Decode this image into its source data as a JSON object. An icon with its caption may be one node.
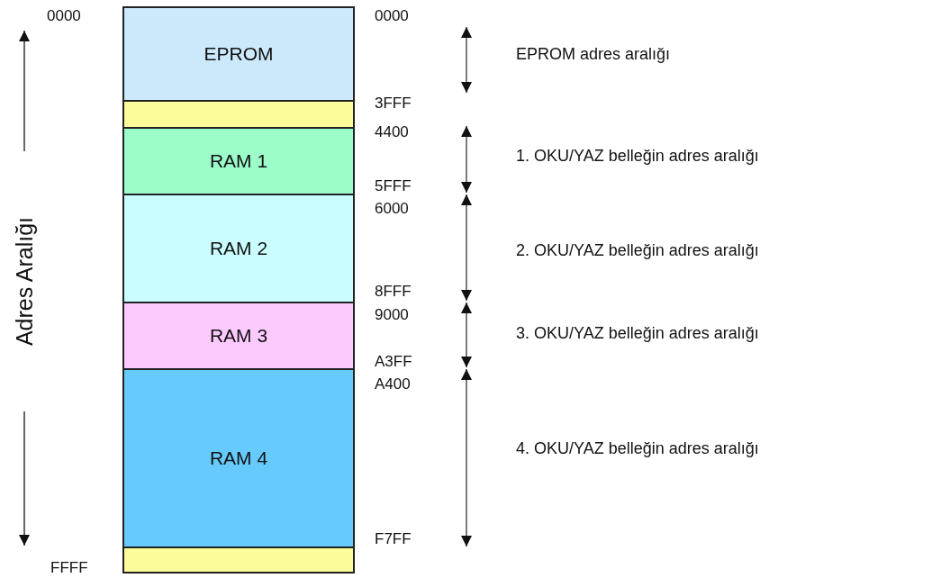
{
  "diagram": {
    "nodes": [
      {
        "text": [
          "EPROM"
        ]
      },
      {
        "text": [],
        "shape": "bar"
      },
      {
        "text": [
          "RAM 1"
        ]
      },
      {
        "text": [
          "RAM 2"
        ]
      },
      {
        "text": [
          "RAM 3"
        ]
      },
      {
        "text": [
          "RAM 4"
        ]
      },
      {
        "text": [],
        "shape": "bar"
      }
    ],
    "edges": [],
    "labels": [
      "0000",
      "0000",
      "EPROM adres aralığı",
      "3FFF",
      "4400",
      "1. OKU/YAZ belleğin adres aralığı",
      "5FFF",
      "6000",
      "2. OKU/YAZ belleğin adres aralığı",
      "8FFF",
      "9000",
      "3. OKU/YAZ belleğin adres aralığı",
      "A3FF",
      "A400",
      "4. OKU/YAZ belleğin adres aralığı",
      "Adres Aralığı",
      "F7FF",
      "FFFF"
    ]
  }
}
